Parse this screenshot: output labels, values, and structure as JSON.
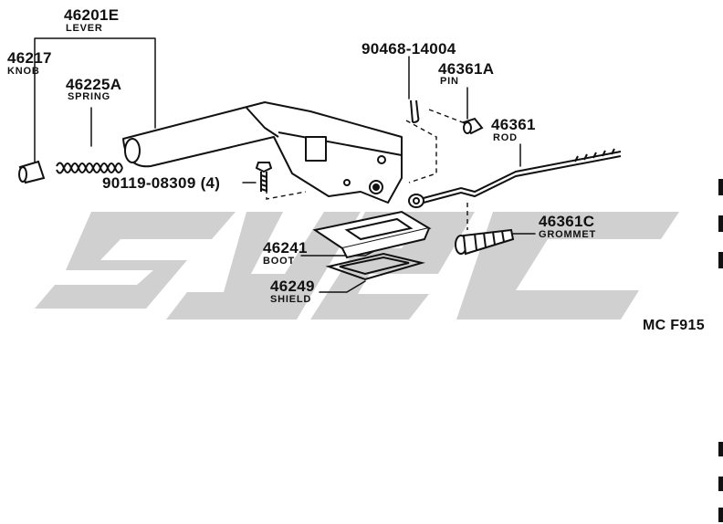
{
  "watermark_colour": "#c8c8c8",
  "line_colour": "#111111",
  "diagram_code": "MC F915",
  "parts": [
    {
      "id": "lever",
      "number": "46201E",
      "name": "LEVER"
    },
    {
      "id": "knob",
      "number": "46217",
      "name": "KNOB"
    },
    {
      "id": "spring",
      "number": "46225A",
      "name": "SPRING"
    },
    {
      "id": "bolt",
      "number": "90119-08309 (4)",
      "name": ""
    },
    {
      "id": "clip",
      "number": "90468-14004",
      "name": ""
    },
    {
      "id": "pin",
      "number": "46361A",
      "name": "PIN"
    },
    {
      "id": "rod",
      "number": "46361",
      "name": "ROD"
    },
    {
      "id": "grommet",
      "number": "46361C",
      "name": "GROMMET"
    },
    {
      "id": "boot",
      "number": "46241",
      "name": "BOOT"
    },
    {
      "id": "shield",
      "number": "46249",
      "name": "SHIELD"
    }
  ]
}
